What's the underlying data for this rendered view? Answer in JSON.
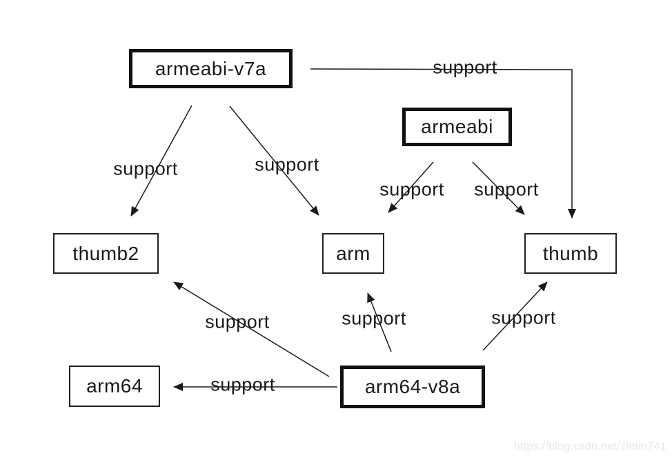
{
  "diagram": {
    "nodes": [
      {
        "id": "armeabi-v7a",
        "label": "armeabi-v7a",
        "style": "bold"
      },
      {
        "id": "armeabi",
        "label": "armeabi",
        "style": "bold"
      },
      {
        "id": "thumb2",
        "label": "thumb2",
        "style": "plain"
      },
      {
        "id": "arm",
        "label": "arm",
        "style": "plain"
      },
      {
        "id": "thumb",
        "label": "thumb",
        "style": "plain"
      },
      {
        "id": "arm64",
        "label": "arm64",
        "style": "plain"
      },
      {
        "id": "arm64-v8a",
        "label": "arm64-v8a",
        "style": "bold"
      }
    ],
    "edges": [
      {
        "from": "armeabi-v7a",
        "to": "thumb",
        "label": "support"
      },
      {
        "from": "armeabi-v7a",
        "to": "thumb2",
        "label": "support"
      },
      {
        "from": "armeabi-v7a",
        "to": "arm",
        "label": "support"
      },
      {
        "from": "armeabi",
        "to": "arm",
        "label": "support"
      },
      {
        "from": "armeabi",
        "to": "thumb",
        "label": "support"
      },
      {
        "from": "arm64-v8a",
        "to": "thumb2",
        "label": "support"
      },
      {
        "from": "arm64-v8a",
        "to": "arm",
        "label": "support"
      },
      {
        "from": "arm64-v8a",
        "to": "thumb",
        "label": "support"
      },
      {
        "from": "arm64-v8a",
        "to": "arm64",
        "label": "support"
      }
    ]
  },
  "watermark": {
    "text": "https://blog.csdn.net/zlmm741"
  },
  "colors": {
    "line": "#1a1a1a",
    "text": "#1a1a1a",
    "node_border_bold": "#111111",
    "node_border_plain": "#222222",
    "watermark": "#e8e8e8",
    "background": "#ffffff"
  }
}
